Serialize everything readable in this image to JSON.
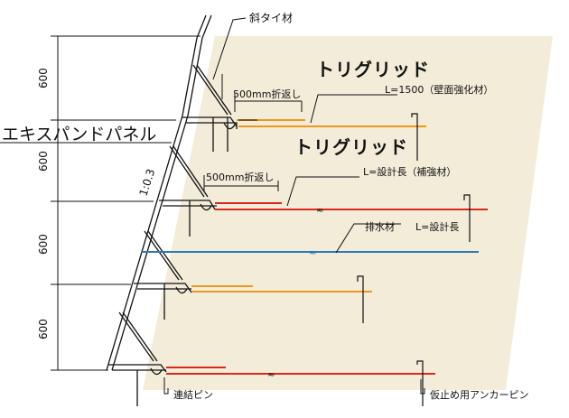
{
  "labels": {
    "tie_rod": "斜タイ材",
    "trigrid_1": "トリグリッド",
    "trigrid_1_spec": "L=1500（壁面強化材）",
    "trigrid_2": "トリグリッド",
    "trigrid_2_spec": "L=設計長（補強材）",
    "fold_1": "500mm折返し",
    "fold_2": "500mm折返し",
    "drain": "排水材",
    "drain_spec": "L=設計長",
    "panel": "エキスパンドパネル",
    "slope": "1:0.3",
    "connect_pin": "連結ピン",
    "anchor_pin": "仮止め用アンカーピン",
    "dim_1": "600",
    "dim_2": "600",
    "dim_3": "600",
    "dim_4": "600",
    "break_mark": "≈"
  },
  "colors": {
    "fill_bg": "#f2ecd9",
    "orange": "#f0961e",
    "red": "#d92a1c",
    "blue": "#2a78b4",
    "line": "#111111"
  }
}
